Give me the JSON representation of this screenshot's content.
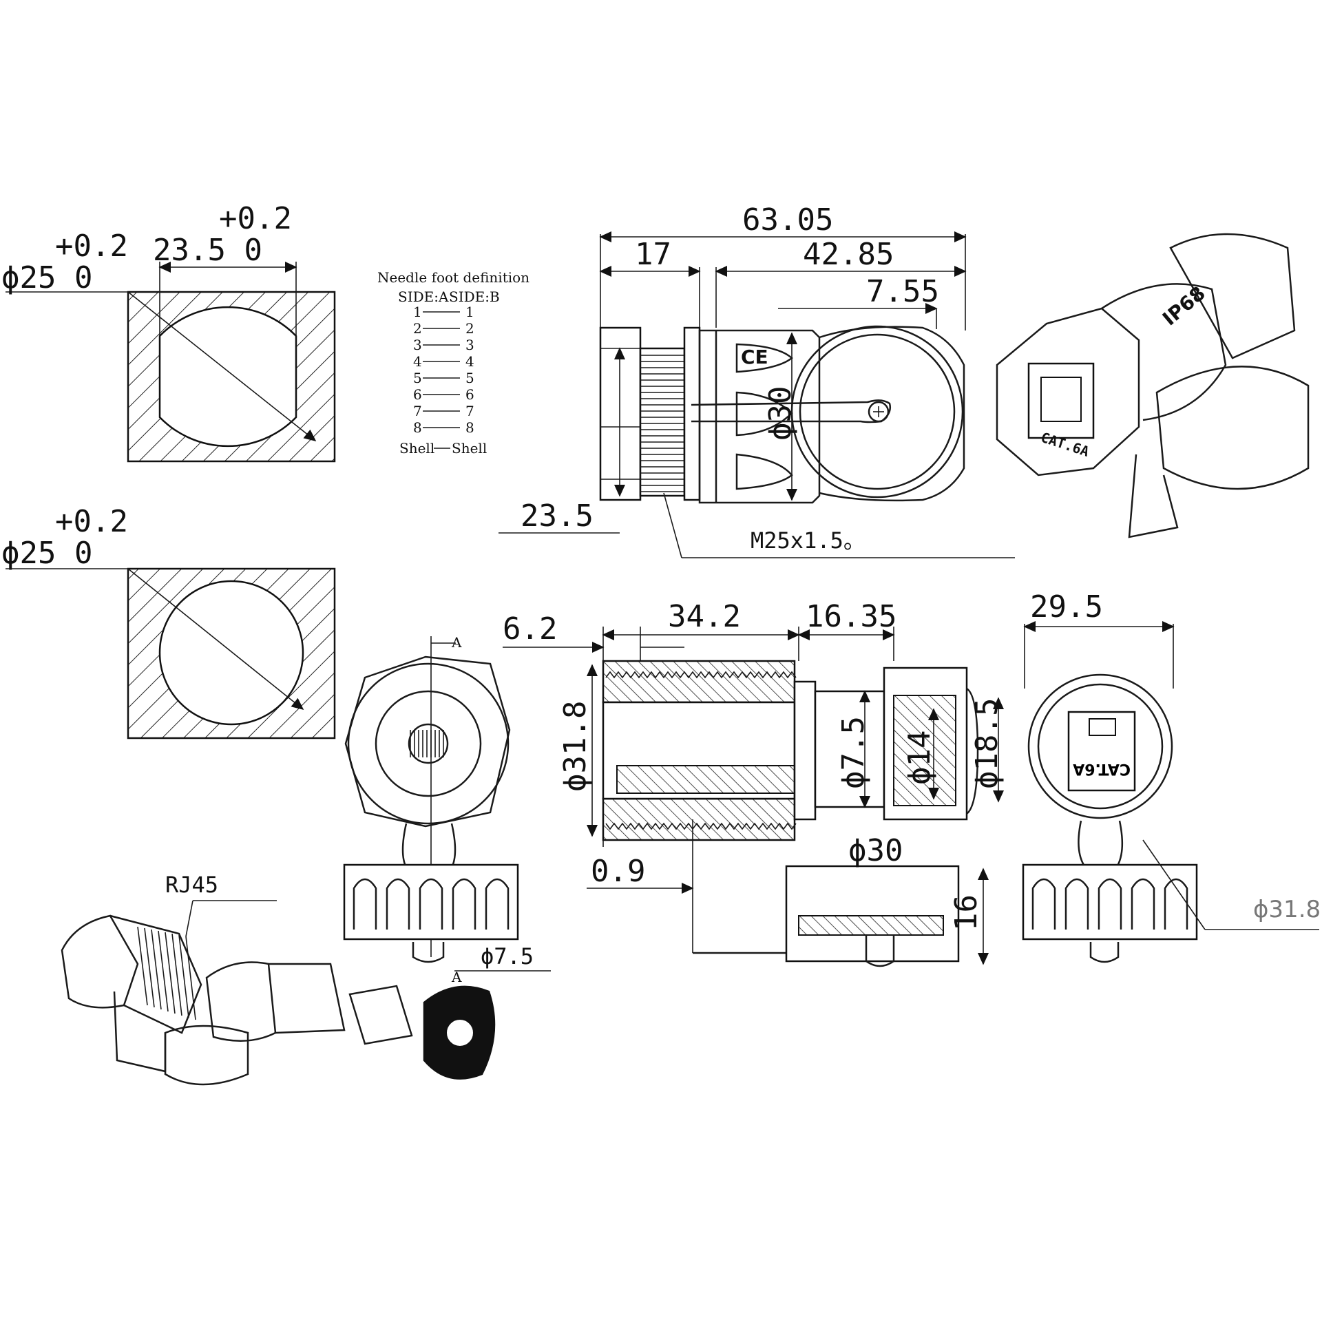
{
  "dims": {
    "tol_top_a": "+0.2",
    "tol_top_b": "+0.2",
    "dia_25_a": "ϕ25 0",
    "w_235": "23.5 0",
    "tol_mid": "+0.2",
    "dia_25_b": "ϕ25 0",
    "d_6305": "63.05",
    "d_17": "17",
    "d_4285": "42.85",
    "d_755": "7.55",
    "d_235": "23.5",
    "d_m25": "M25x1.5。",
    "d_dia30_side": "ϕ30",
    "d_62": "6.2",
    "d_342": "34.2",
    "d_1635": "16.35",
    "d_318": "ϕ31.8",
    "d_75": "ϕ7.5",
    "d_14": "ϕ14",
    "d_185": "ϕ18.5",
    "d_09": "0.9",
    "d_dia30_cap": "ϕ30",
    "d_16": "16",
    "d_295": "29.5",
    "d_318_right": "ϕ31.8",
    "d_75_front": "ϕ7.5"
  },
  "pin_table": {
    "title": "Needle foot definition",
    "header_a": "SIDE:A",
    "header_b": "SIDE:B",
    "rows": [
      {
        "a": "1",
        "b": "1"
      },
      {
        "a": "2",
        "b": "2"
      },
      {
        "a": "3",
        "b": "3"
      },
      {
        "a": "4",
        "b": "4"
      },
      {
        "a": "5",
        "b": "5"
      },
      {
        "a": "6",
        "b": "6"
      },
      {
        "a": "7",
        "b": "7"
      },
      {
        "a": "8",
        "b": "8"
      }
    ],
    "shell_a": "Shell",
    "shell_b": "Shell"
  },
  "labels": {
    "section_a_top": "A",
    "section_a_bottom": "A",
    "rj45": "RJ45",
    "ce_mark": "CE",
    "cat6a_iso": "CAT.6A",
    "cat6a_front": "CAT.6A",
    "ip_mark": "IP68"
  }
}
